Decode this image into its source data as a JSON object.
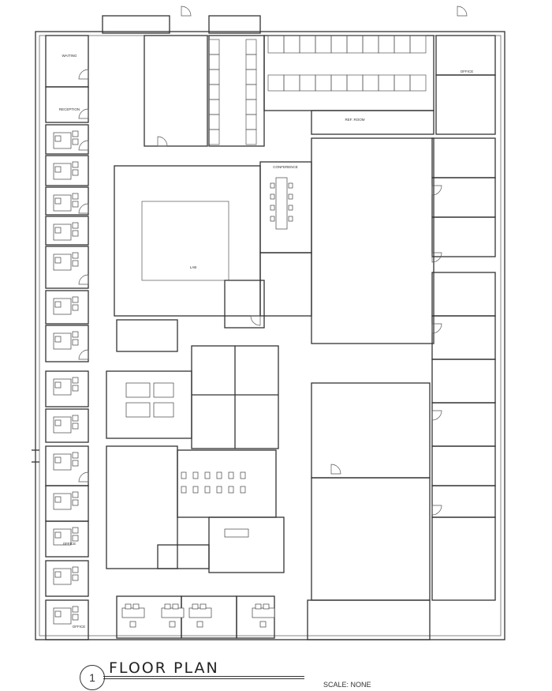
{
  "drawing": {
    "number": "1",
    "title": "FLOOR PLAN",
    "scale": "SCALE: NONE"
  },
  "rooms": {
    "waiting": "WAITING",
    "reception": "RECEPTION",
    "lab": "LAB",
    "office": "OFFICE",
    "conference": "CONFERENCE",
    "ref_room": "REF. ROOM"
  }
}
